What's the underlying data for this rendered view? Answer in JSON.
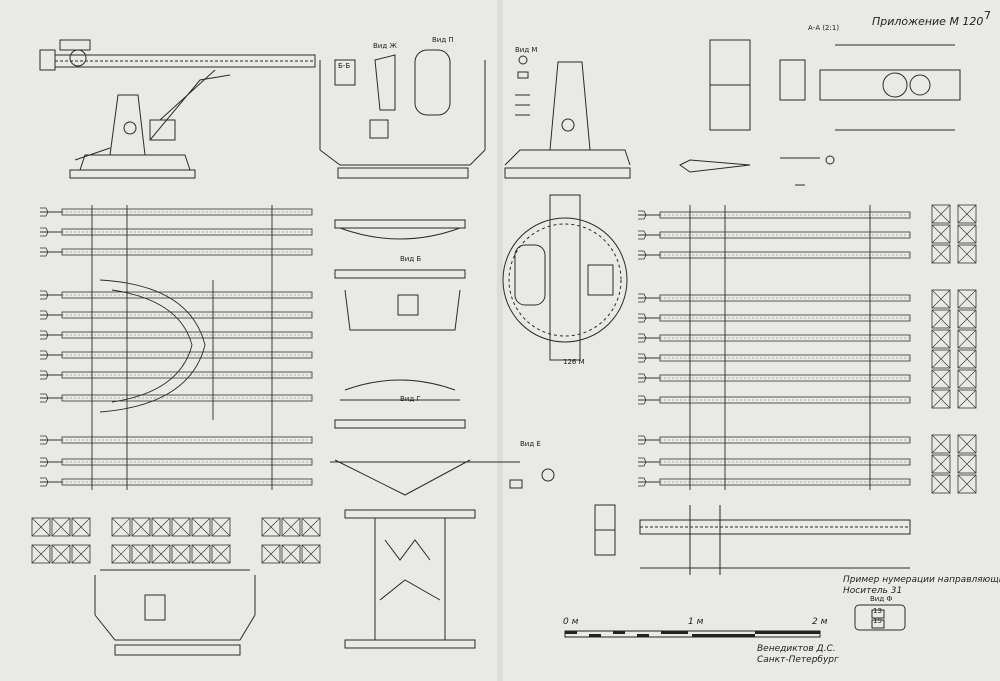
{
  "sheet": {
    "page_number": "7",
    "appendix_title": "Приложение  М 120",
    "section_aa": "А-А (2:1)",
    "view_labels": [
      "Вид Ж",
      "Вид П",
      "Вид М",
      "Вид Б",
      "Вид Г",
      "Вид Е",
      "Вид Ф"
    ],
    "marks": [
      "Б-Б",
      "126 М"
    ],
    "fitting_numbers": [
      "13",
      "15"
    ],
    "caption_lines": [
      "Пример нумерации направляющих",
      "Носитель 31"
    ],
    "scale_labels": [
      "0 м",
      "1 м",
      "2 м"
    ],
    "author_lines": [
      "Венедиктов Д.С.",
      "Санкт-Петербург"
    ]
  },
  "colors": {
    "paper": "#e9e9e6",
    "ink": "#2b2b2b",
    "fold": "#c8c8c4"
  }
}
